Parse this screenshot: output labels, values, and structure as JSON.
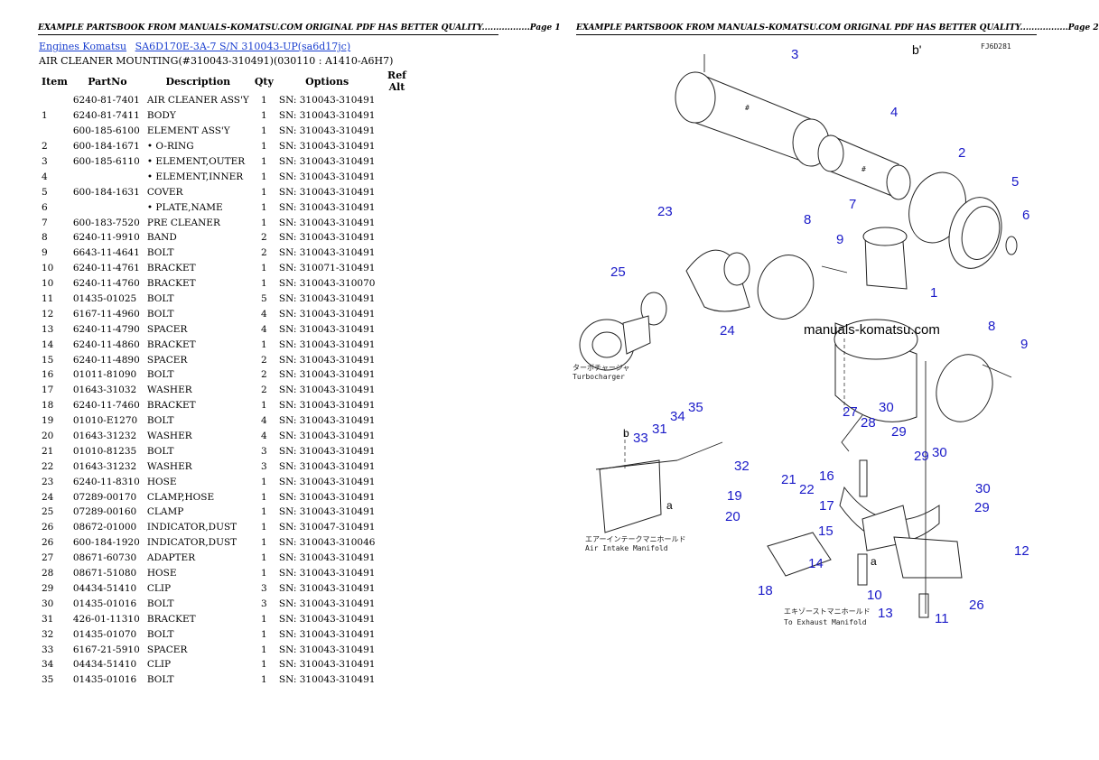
{
  "header": {
    "page1": "EXAMPLE PARTSBOOK FROM MANUALS-KOMATSU.COM ORIGINAL PDF HAS BETTER QUALITY.................Page 1",
    "page2": "EXAMPLE PARTSBOOK FROM MANUALS-KOMATSU.COM ORIGINAL PDF HAS BETTER QUALITY.................Page 2"
  },
  "breadcrumb": {
    "link1": "Engines Komatsu",
    "link2": "SA6D170E-3A-7 S/N 310043-UP(sa6d17jc)"
  },
  "section_title": "AIR CLEANER MOUNTING(#310043-310491)(030110 : A1410-A6H7)",
  "table": {
    "columns": [
      "Item",
      "PartNo",
      "Description",
      "Qty",
      "Options",
      "Ref Alt"
    ],
    "rows": [
      [
        "",
        "6240-81-7401",
        "AIR CLEANER ASS'Y",
        "1",
        "SN: 310043-310491",
        ""
      ],
      [
        "1",
        "6240-81-7411",
        "BODY",
        "1",
        "SN: 310043-310491",
        ""
      ],
      [
        "",
        "600-185-6100",
        "ELEMENT ASS'Y",
        "1",
        "SN: 310043-310491",
        ""
      ],
      [
        "2",
        "600-184-1671",
        "• O-RING",
        "1",
        "SN: 310043-310491",
        ""
      ],
      [
        "3",
        "600-185-6110",
        "• ELEMENT,OUTER",
        "1",
        "SN: 310043-310491",
        ""
      ],
      [
        "4",
        "",
        "• ELEMENT,INNER",
        "1",
        "SN: 310043-310491",
        ""
      ],
      [
        "5",
        "600-184-1631",
        "COVER",
        "1",
        "SN: 310043-310491",
        ""
      ],
      [
        "6",
        "",
        "• PLATE,NAME",
        "1",
        "SN: 310043-310491",
        ""
      ],
      [
        "7",
        "600-183-7520",
        "PRE CLEANER",
        "1",
        "SN: 310043-310491",
        ""
      ],
      [
        "8",
        "6240-11-9910",
        "BAND",
        "2",
        "SN: 310043-310491",
        ""
      ],
      [
        "9",
        "6643-11-4641",
        "BOLT",
        "2",
        "SN: 310043-310491",
        ""
      ],
      [
        "10",
        "6240-11-4761",
        "BRACKET",
        "1",
        "SN: 310071-310491",
        ""
      ],
      [
        "10",
        "6240-11-4760",
        "BRACKET",
        "1",
        "SN: 310043-310070",
        ""
      ],
      [
        "11",
        "01435-01025",
        "BOLT",
        "5",
        "SN: 310043-310491",
        ""
      ],
      [
        "12",
        "6167-11-4960",
        "BOLT",
        "4",
        "SN: 310043-310491",
        ""
      ],
      [
        "13",
        "6240-11-4790",
        "SPACER",
        "4",
        "SN: 310043-310491",
        ""
      ],
      [
        "14",
        "6240-11-4860",
        "BRACKET",
        "1",
        "SN: 310043-310491",
        ""
      ],
      [
        "15",
        "6240-11-4890",
        "SPACER",
        "2",
        "SN: 310043-310491",
        ""
      ],
      [
        "16",
        "01011-81090",
        "BOLT",
        "2",
        "SN: 310043-310491",
        ""
      ],
      [
        "17",
        "01643-31032",
        "WASHER",
        "2",
        "SN: 310043-310491",
        ""
      ],
      [
        "18",
        "6240-11-7460",
        "BRACKET",
        "1",
        "SN: 310043-310491",
        ""
      ],
      [
        "19",
        "01010-E1270",
        "BOLT",
        "4",
        "SN: 310043-310491",
        ""
      ],
      [
        "20",
        "01643-31232",
        "WASHER",
        "4",
        "SN: 310043-310491",
        ""
      ],
      [
        "21",
        "01010-81235",
        "BOLT",
        "3",
        "SN: 310043-310491",
        ""
      ],
      [
        "22",
        "01643-31232",
        "WASHER",
        "3",
        "SN: 310043-310491",
        ""
      ],
      [
        "23",
        "6240-11-8310",
        "HOSE",
        "1",
        "SN: 310043-310491",
        ""
      ],
      [
        "24",
        "07289-00170",
        "CLAMP,HOSE",
        "1",
        "SN: 310043-310491",
        ""
      ],
      [
        "25",
        "07289-00160",
        "CLAMP",
        "1",
        "SN: 310043-310491",
        ""
      ],
      [
        "26",
        "08672-01000",
        "INDICATOR,DUST",
        "1",
        "SN: 310047-310491",
        ""
      ],
      [
        "26",
        "600-184-1920",
        "INDICATOR,DUST",
        "1",
        "SN: 310043-310046",
        ""
      ],
      [
        "27",
        "08671-60730",
        "ADAPTER",
        "1",
        "SN: 310043-310491",
        ""
      ],
      [
        "28",
        "08671-51080",
        "HOSE",
        "1",
        "SN: 310043-310491",
        ""
      ],
      [
        "29",
        "04434-51410",
        "CLIP",
        "3",
        "SN: 310043-310491",
        ""
      ],
      [
        "30",
        "01435-01016",
        "BOLT",
        "3",
        "SN: 310043-310491",
        ""
      ],
      [
        "31",
        "426-01-11310",
        "BRACKET",
        "1",
        "SN: 310043-310491",
        ""
      ],
      [
        "32",
        "01435-01070",
        "BOLT",
        "1",
        "SN: 310043-310491",
        ""
      ],
      [
        "33",
        "6167-21-5910",
        "SPACER",
        "1",
        "SN: 310043-310491",
        ""
      ],
      [
        "34",
        "04434-51410",
        "CLIP",
        "1",
        "SN: 310043-310491",
        ""
      ],
      [
        "35",
        "01435-01016",
        "BOLT",
        "1",
        "SN: 310043-310491",
        ""
      ]
    ]
  },
  "diagram": {
    "code": "FJ6D281",
    "watermark": "manuals-komatsu.com",
    "label_b_top": "b'",
    "label_b": "b",
    "label_a": "a",
    "label_a2": "a",
    "turbo_jp": "ターボチャージャ",
    "turbo_en": "Turbocharger",
    "intake_jp": "エアーインテークマニホールド",
    "intake_en": "Air Intake Manifold",
    "exhaust_jp": "エキゾーストマニホールド",
    "exhaust_en": "To Exhaust Manifold",
    "callouts": [
      "3",
      "4",
      "2",
      "5",
      "6",
      "7",
      "8",
      "9",
      "23",
      "25",
      "24",
      "1",
      "8",
      "9",
      "27",
      "28",
      "30",
      "29",
      "35",
      "34",
      "31",
      "33",
      "32",
      "16",
      "21",
      "22",
      "19",
      "20",
      "17",
      "15",
      "14",
      "18",
      "29",
      "30",
      "30",
      "29",
      "12",
      "10",
      "13",
      "11",
      "26"
    ]
  }
}
